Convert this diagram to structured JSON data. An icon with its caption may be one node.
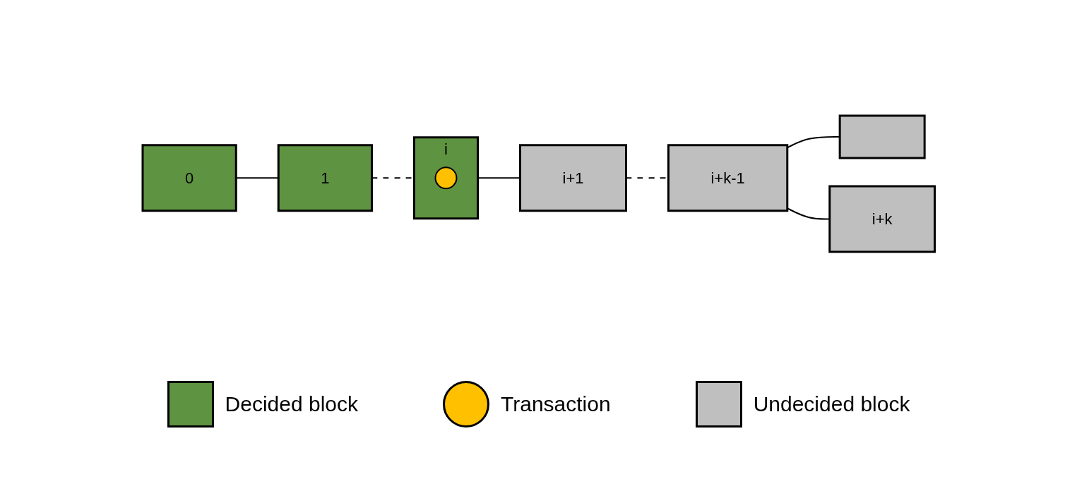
{
  "diagram": {
    "nodes": [
      {
        "text": [
          "0"
        ]
      },
      {
        "text": [
          "1"
        ]
      },
      {
        "text": [
          "i"
        ]
      },
      {
        "text": [],
        "shape": "circle",
        "in": 2
      },
      {
        "text": [
          "i+1"
        ]
      },
      {
        "text": [
          "i+k-1"
        ]
      },
      {
        "text": [],
        "shape": "box"
      },
      {
        "text": [
          "i+k"
        ]
      }
    ],
    "edges": [
      {
        "from": 0,
        "to": 1,
        "arrow": "none"
      },
      {
        "from": 1,
        "to": 2,
        "arrow": "none",
        "style": "dashed"
      },
      {
        "from": 2,
        "to": 4,
        "arrow": "none"
      },
      {
        "from": 4,
        "to": 5,
        "arrow": "none",
        "style": "dashed"
      },
      {
        "from": 5,
        "to": 6,
        "arrow": "none"
      },
      {
        "from": 5,
        "to": 7,
        "arrow": "none"
      }
    ],
    "legend": [
      {
        "text": "Decided block",
        "color": "#5e9341"
      },
      {
        "text": "Transaction",
        "color": "#ffc000"
      },
      {
        "text": "Undecided block",
        "color": "#bfbfbf"
      }
    ]
  }
}
